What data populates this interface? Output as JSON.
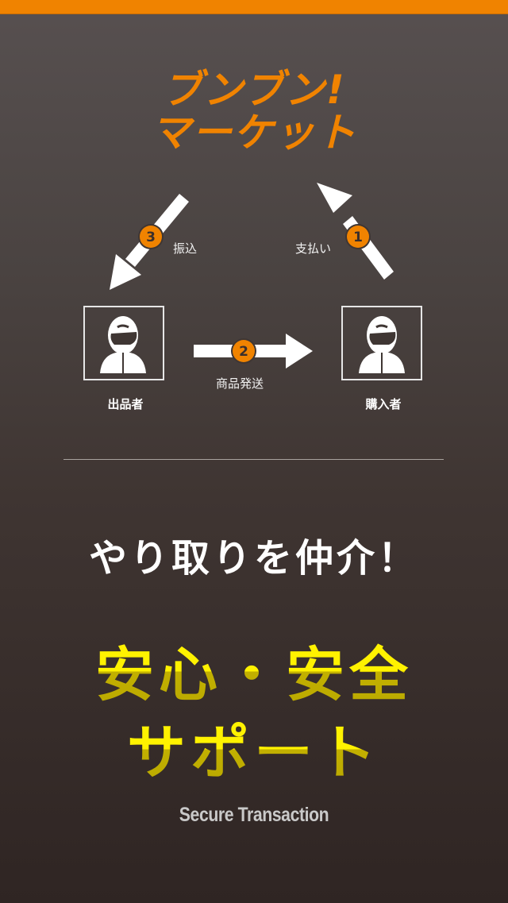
{
  "header": {
    "bar_color": "#f08300"
  },
  "logo": {
    "line1": "ブンブン!",
    "line2": "マーケット",
    "color": "#f08300"
  },
  "diagram": {
    "seller": {
      "label": "出品者",
      "icon": "helmet-rider-icon"
    },
    "buyer": {
      "label": "購入者",
      "icon": "helmet-rider-icon"
    },
    "steps": [
      {
        "number": "1",
        "label": "支払い",
        "direction": "buyer-to-market"
      },
      {
        "number": "2",
        "label": "商品発送",
        "direction": "seller-to-buyer"
      },
      {
        "number": "3",
        "label": "振込",
        "direction": "market-to-seller"
      }
    ],
    "badge_color": "#f08300",
    "arrow_color": "#ffffff"
  },
  "tagline": "やり取りを仲介！",
  "headline": {
    "line1": "安心・安全",
    "line2": "サポート",
    "color": "#fff200",
    "shade_color": "#bcab00"
  },
  "footer": {
    "english": "Secure Transaction"
  }
}
